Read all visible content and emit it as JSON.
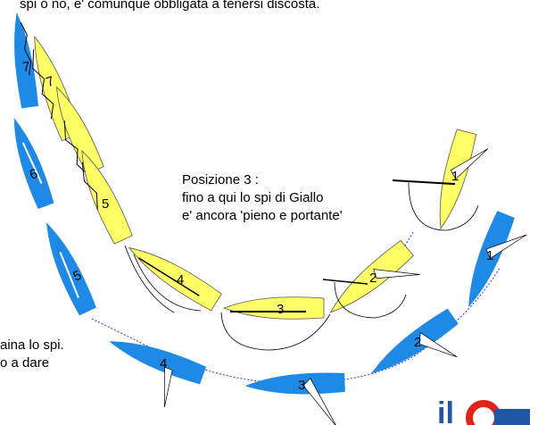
{
  "header": {
    "top_text": " spi o no, e' comunque obbligata a tenersi discosta."
  },
  "annotation": {
    "line1": "Posizione 3 :",
    "line2": "fino a qui lo spi di Giallo",
    "line3": "e' ancora 'pieno e portante'"
  },
  "left_note": {
    "line1": "aina lo spi.",
    "line2": "o a dare"
  },
  "boats": {
    "yellow": [
      "1",
      "2",
      "3",
      "4",
      "5",
      "7"
    ],
    "blue": [
      "1",
      "2",
      "3",
      "4",
      "5",
      "6",
      "7"
    ]
  },
  "colors": {
    "yellow_hull": "#ffff66",
    "blue_hull": "#1e8ae6",
    "track": "#2b2bff",
    "logo_blue": "#1f57a5",
    "logo_red": "#e2231a"
  },
  "logo": {
    "text": "il"
  }
}
